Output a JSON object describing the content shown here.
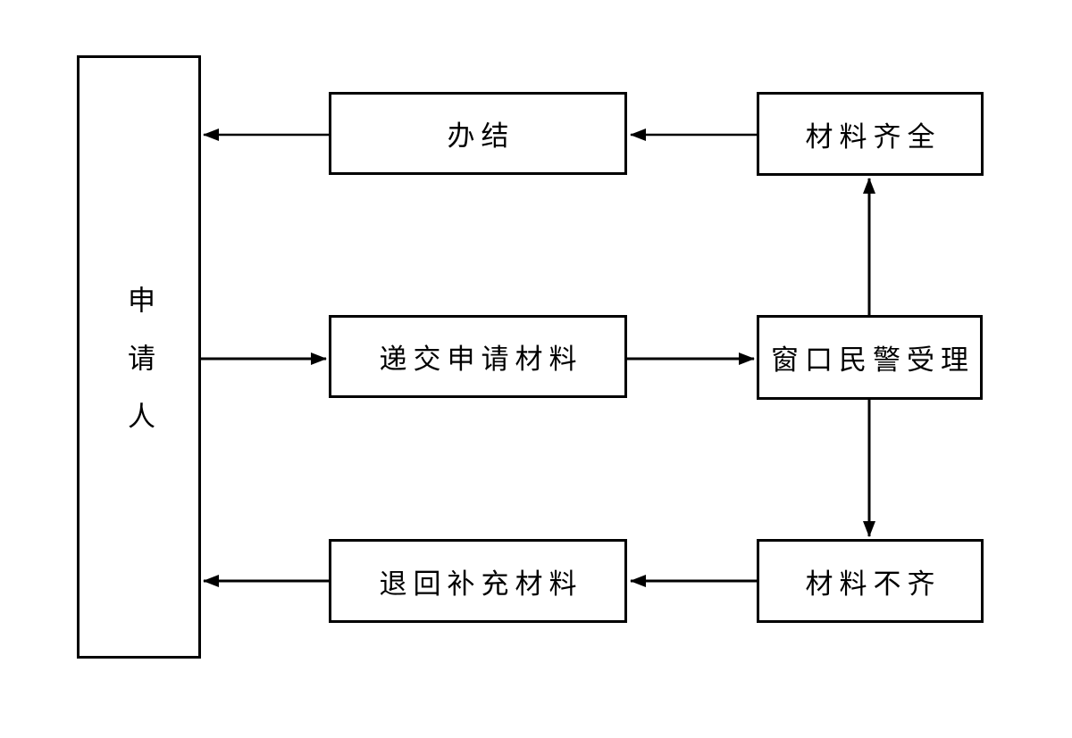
{
  "diagram": {
    "type": "flowchart",
    "nodes": {
      "applicant": {
        "label": "申请人",
        "orientation": "vertical"
      },
      "complete": {
        "label": "办结",
        "orientation": "horizontal"
      },
      "materials_complete": {
        "label": "材料齐全",
        "orientation": "horizontal"
      },
      "submit_materials": {
        "label": "递交申请材料",
        "orientation": "horizontal"
      },
      "window_officer": {
        "label": "窗口民警受理",
        "orientation": "horizontal"
      },
      "return_supplement": {
        "label": "退回补充材料",
        "orientation": "horizontal"
      },
      "materials_incomplete": {
        "label": "材料不齐",
        "orientation": "horizontal"
      }
    },
    "edges": [
      {
        "from": "materials_complete",
        "to": "complete"
      },
      {
        "from": "complete",
        "to": "applicant"
      },
      {
        "from": "applicant",
        "to": "submit_materials"
      },
      {
        "from": "submit_materials",
        "to": "window_officer"
      },
      {
        "from": "window_officer",
        "to": "materials_complete"
      },
      {
        "from": "window_officer",
        "to": "materials_incomplete"
      },
      {
        "from": "materials_incomplete",
        "to": "return_supplement"
      },
      {
        "from": "return_supplement",
        "to": "applicant"
      }
    ],
    "colors": {
      "line": "#000000",
      "box_border": "#000000",
      "text": "#000000",
      "background": "#ffffff"
    }
  }
}
